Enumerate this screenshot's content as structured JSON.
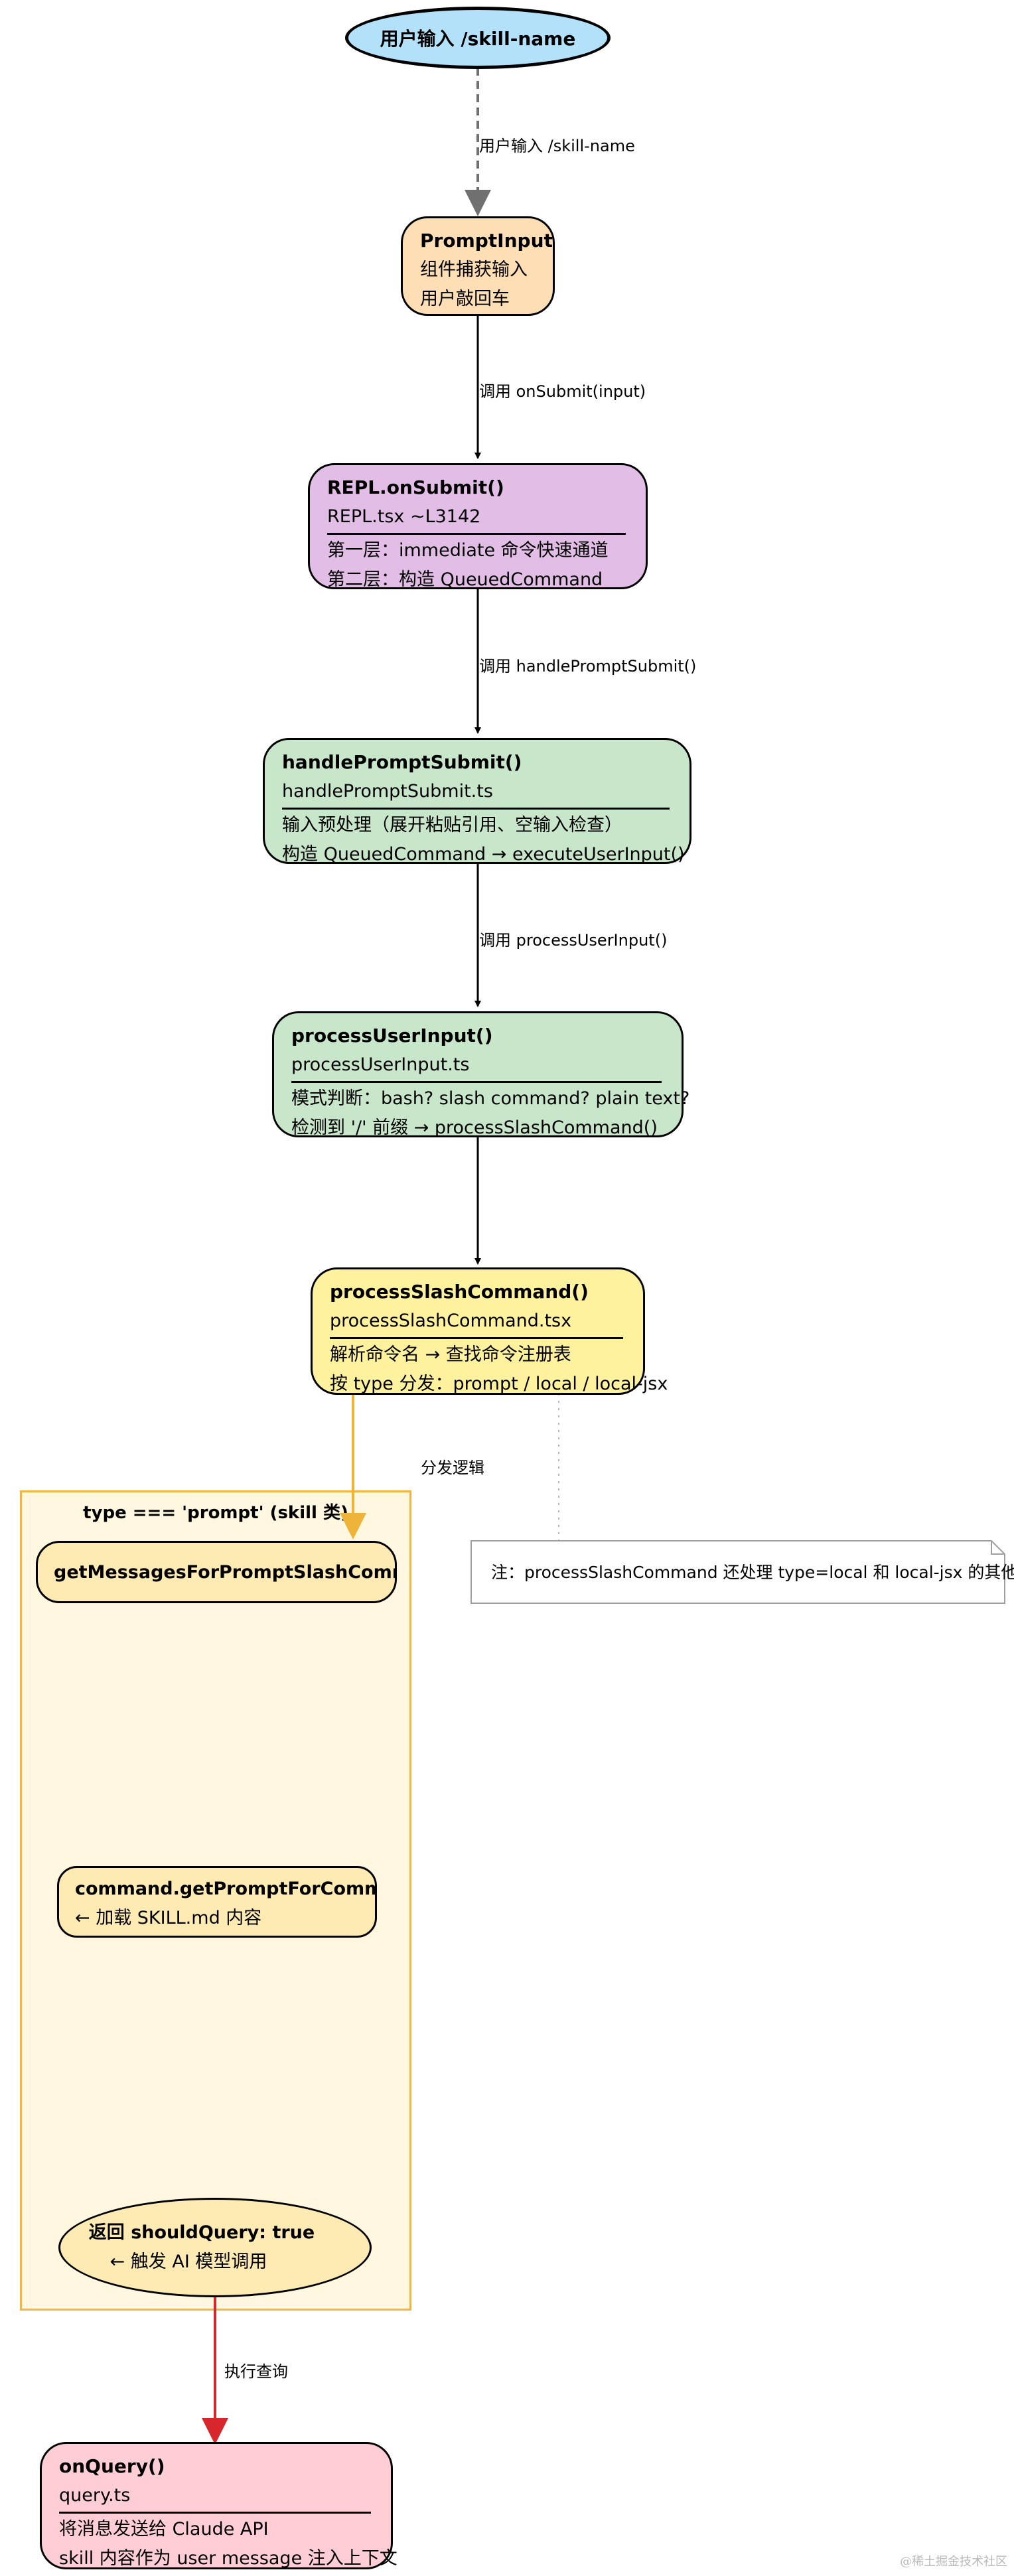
{
  "start": {
    "label": "用户输入 /skill-name"
  },
  "edges": {
    "e1": "用户输入 /skill-name",
    "e2": "调用 onSubmit(input)",
    "e3": "调用 handlePromptSubmit()",
    "e4": "调用 processUserInput()",
    "e5": "分发逻辑",
    "e6": "执行查询"
  },
  "prompt_input": {
    "title": "PromptInput",
    "line1": "组件捕获输入",
    "line2": "用户敲回车"
  },
  "repl": {
    "title": "REPL.onSubmit()",
    "file": "REPL.tsx ~L3142",
    "line1": "第一层：immediate 命令快速通道",
    "line2": "第二层：构造 QueuedCommand"
  },
  "handle_prompt": {
    "title": "handlePromptSubmit()",
    "file": "handlePromptSubmit.ts",
    "line1": "输入预处理（展开粘贴引用、空输入检查）",
    "line2": "构造 QueuedCommand → executeUserInput()"
  },
  "process_user": {
    "title": "processUserInput()",
    "file": "processUserInput.ts",
    "line1": "模式判断：bash? slash command? plain text?",
    "line2": "检测到 '/' 前缀 → processSlashCommand()"
  },
  "process_slash": {
    "title": "processSlashCommand()",
    "file": "processSlashCommand.tsx",
    "line1": "解析命令名 → 查找命令注册表",
    "line2": "按 type 分发：prompt / local / local-jsx"
  },
  "group": {
    "title": "type === 'prompt' (skill 类)"
  },
  "get_messages": {
    "title": "getMessagesForPromptSlashCommand()"
  },
  "get_prompt": {
    "title": "command.getPromptForCommand()",
    "line1": "← 加载 SKILL.md 内容"
  },
  "should_query": {
    "title": "返回 shouldQuery: true",
    "line1": "← 触发 AI 模型调用"
  },
  "note": {
    "text": "注：processSlashCommand 还处理 type=local 和 local-jsx 的其他分支"
  },
  "on_query": {
    "title": "onQuery()",
    "file": "query.ts",
    "line1": "将消息发送给 Claude API",
    "line2": "skill 内容作为 user message 注入上下文"
  },
  "watermark": {
    "text": "@稀土掘金技术社区"
  },
  "colors": {
    "start_fill": "#b3e1f9",
    "prompt_input_fill": "#fedfb5",
    "repl_fill": "#e2bde6",
    "green_fill": "#c8e6c9",
    "yellow_fill": "#fff29e",
    "group_fill": "#fff7e0",
    "group_border": "#f5b53c",
    "inner_fill": "#feeab3",
    "on_query_fill": "#fecdd6",
    "red_arrow": "#d7262c",
    "orange_arrow": "#eeb43a"
  }
}
